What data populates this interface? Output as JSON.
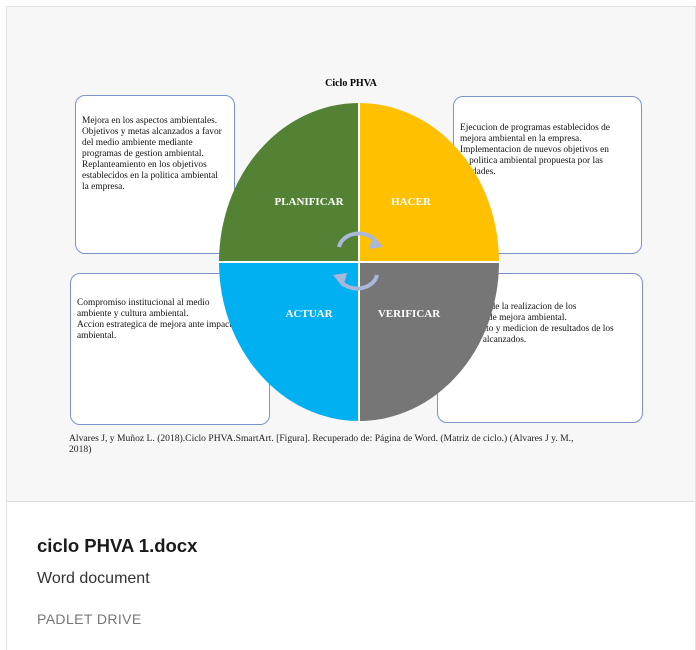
{
  "diagram": {
    "title": "Ciclo PHVA",
    "quadrants": {
      "planificar": {
        "label": "PLANIFICAR",
        "color": "#548235"
      },
      "hacer": {
        "label": "HACER",
        "color": "#ffc000"
      },
      "actuar": {
        "label": "ACTUAR",
        "color": "#00b0f0"
      },
      "verificar": {
        "label": "VERIFICAR",
        "color": "#767676"
      }
    },
    "boxes": {
      "top_left": [
        "Mejora en los aspectos ambientales.",
        "Objetivos y metas alcanzados a favor",
        "del medio ambiente mediante",
        "programas de gestion ambiental.",
        "Replanteamiento  en los objetivos",
        "establecidos en la politica ambiental",
        "la empresa."
      ],
      "top_right": [
        "Ejecucion de programas establecidos de",
        "mejora ambiental en la empresa.",
        "Implementacion de nuevos objetivos en",
        "la politica ambiental propuesta por las",
        "unidades."
      ],
      "bottom_left": [
        "Compromiso institucional al medio",
        "ambiente y cultura ambiental.",
        "Accion estrategica de mejora ante impacto",
        "ambiental."
      ],
      "bottom_right": [
        "Evaluacion de la realizacion de los",
        "programas de mejora ambiental.",
        "Seguimiento y medicion de resultados de los",
        "objetivos alcanzados."
      ]
    },
    "caption_line1": "Alvares J, y Muñoz L. (2018).Ciclo PHVA.SmartArt. [Figura]. Recuperado de: Página de Word. (Matriz de ciclo.)  (Alvares J y. M.,",
    "caption_line2": "2018)"
  },
  "file": {
    "name": "ciclo PHVA 1.docx",
    "type": "Word document",
    "source": "PADLET DRIVE"
  }
}
